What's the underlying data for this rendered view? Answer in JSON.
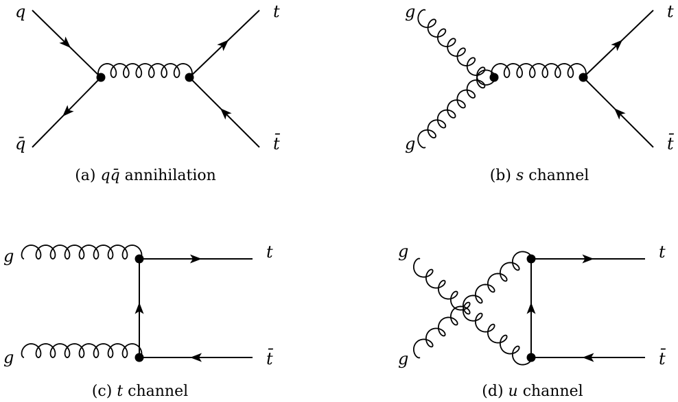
{
  "panels": {
    "a": {
      "labels": {
        "in_top": "q",
        "in_bottom": "q̄",
        "out_top": "t",
        "out_bottom": "t̄"
      },
      "caption": {
        "prefix": "(a) ",
        "math": "qq̄",
        "suffix": " annihilation"
      }
    },
    "b": {
      "labels": {
        "in_top": "g",
        "in_bottom": "g",
        "out_top": "t",
        "out_bottom": "t̄"
      },
      "caption": {
        "prefix": "(b) ",
        "math": "s",
        "suffix": " channel"
      }
    },
    "c": {
      "labels": {
        "in_top": "g",
        "in_bottom": "g",
        "out_top": "t",
        "out_bottom": "t̄"
      },
      "caption": {
        "prefix": "(c) ",
        "math": "t",
        "suffix": " channel"
      }
    },
    "d": {
      "labels": {
        "in_top": "g",
        "in_bottom": "g",
        "out_top": "t",
        "out_bottom": "t̄"
      },
      "caption": {
        "prefix": "(d) ",
        "math": "u",
        "suffix": " channel"
      }
    }
  }
}
